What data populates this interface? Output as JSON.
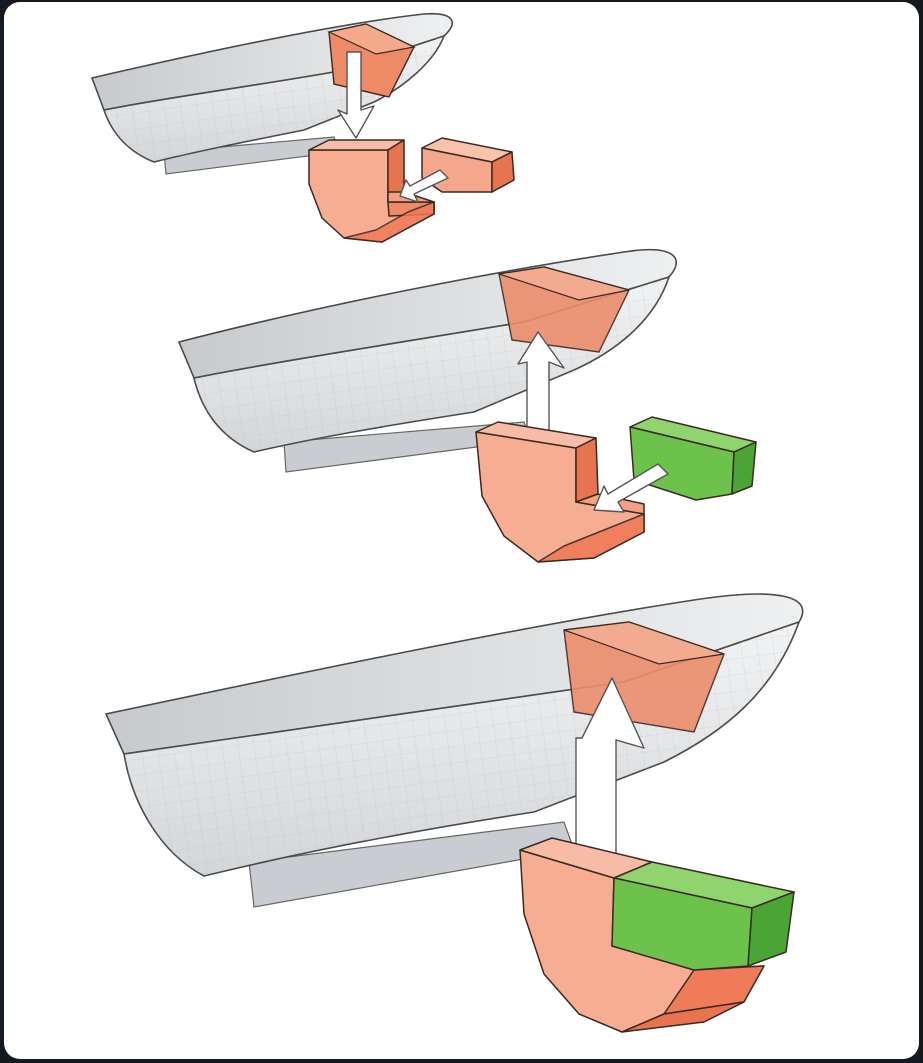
{
  "colors": {
    "background": "#14181f",
    "panel": "#ffffff",
    "hull": "#e9eaec",
    "hull_grid": "#b9bdc2",
    "salmon": "#f7a88c",
    "salmon_dark": "#ef7b58",
    "green": "#6cc24a",
    "green_dark": "#3f9a2b",
    "arrow": "#ffffff"
  },
  "stages": [
    {
      "id": "stage-1",
      "blocks": [
        "bow-block-salmon",
        "small-cube-salmon"
      ]
    },
    {
      "id": "stage-2",
      "blocks": [
        "bow-block-salmon",
        "cube-green"
      ]
    },
    {
      "id": "stage-3",
      "blocks": [
        "bow-block-salmon-with-green"
      ]
    }
  ]
}
